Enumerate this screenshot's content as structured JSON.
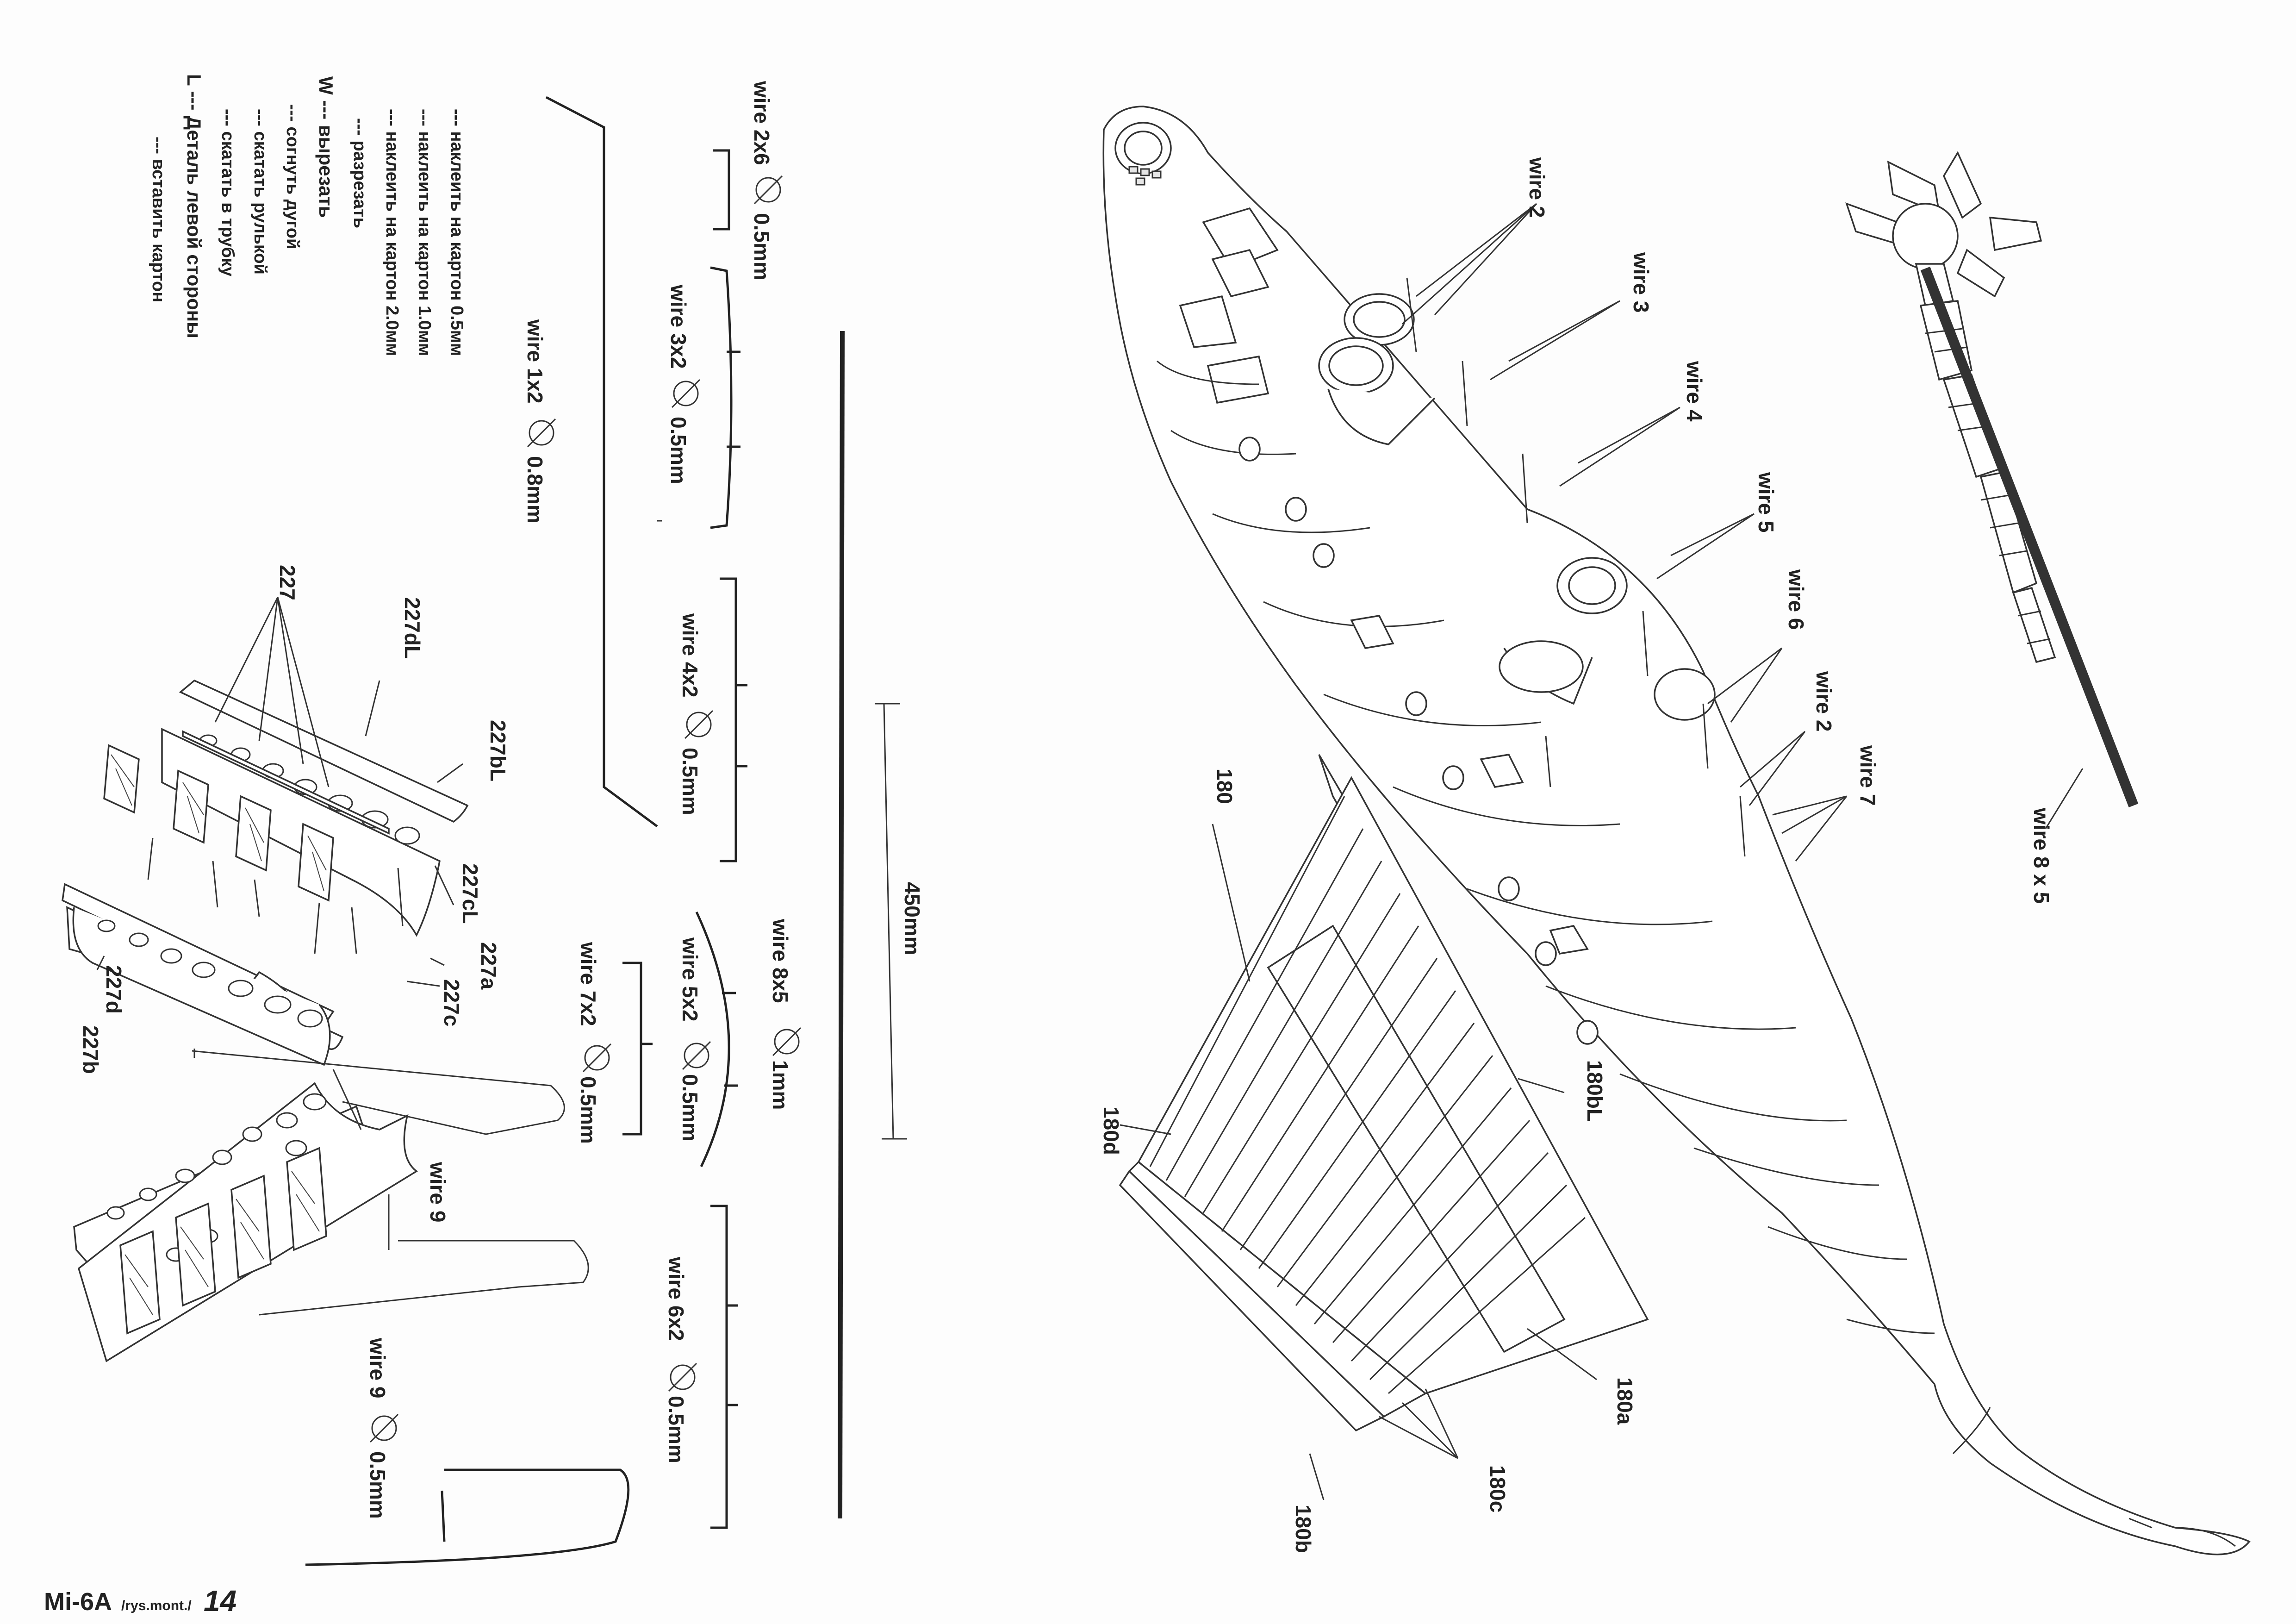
{
  "footer": {
    "model": "Mi-6A",
    "subtitle": "/rys.mont./",
    "page_number": "14"
  },
  "legend": [
    {
      "symbol": "---",
      "text": "наклеить на картон 0.5мм"
    },
    {
      "symbol": "---",
      "text": "наклеить на картон 1.0мм"
    },
    {
      "symbol": "---",
      "text": "наклеить на картон 2.0мм"
    },
    {
      "symbol": "---",
      "text": "разрезать"
    },
    {
      "symbol": "W ---",
      "text": "вырезать"
    },
    {
      "symbol": "---",
      "text": "согнуть дугой"
    },
    {
      "symbol": "---",
      "text": "скатать рулькой"
    },
    {
      "symbol": "---",
      "text": "скатать в трубку"
    },
    {
      "symbol": "L ---",
      "text": "Деталь левой стороны"
    },
    {
      "symbol": "---",
      "text": "вставить картон"
    }
  ],
  "wire_templates": [
    {
      "id": "w2x6",
      "label": "wire 2x6",
      "dia": "0.5mm"
    },
    {
      "id": "w3x2",
      "label": "wire 3x2",
      "dia": "0.5mm"
    },
    {
      "id": "w1x2",
      "label": "wire 1x2",
      "dia": "0.8mm"
    },
    {
      "id": "w4x2",
      "label": "wire 4x2",
      "dia": "0.5mm"
    },
    {
      "id": "w8x5",
      "label": "wire 8x5",
      "dia": "1mm"
    },
    {
      "id": "w5x2",
      "label": "wire 5x2",
      "dia": "0.5mm"
    },
    {
      "id": "w7x2",
      "label": "wire 7x2",
      "dia": "0.5mm"
    },
    {
      "id": "w6x2",
      "label": "wire 6x2",
      "dia": "0.5mm"
    },
    {
      "id": "w9",
      "label": "wire 9",
      "dia": "0.5mm"
    }
  ],
  "scale_label": "450mm",
  "ladder_labels": {
    "p227": "227",
    "p227dL": "227dL",
    "p227bL": "227bL",
    "p227cL": "227cL",
    "p227a": "227a",
    "p227c": "227c",
    "p227d": "227d",
    "p227b": "227b",
    "wire9": "wire 9"
  },
  "fuselage_labels": {
    "wire2_top": "wire 2",
    "wire3": "wire 3",
    "wire4": "wire 4",
    "wire5": "wire 5",
    "wire6": "wire 6",
    "wire2_mid": "wire 2",
    "wire7": "wire 7",
    "wire8x5": "wire 8 x 5",
    "p180": "180",
    "p180bL": "180bL",
    "p180d": "180d",
    "p180a": "180a",
    "p180c": "180c",
    "p180b": "180b"
  }
}
